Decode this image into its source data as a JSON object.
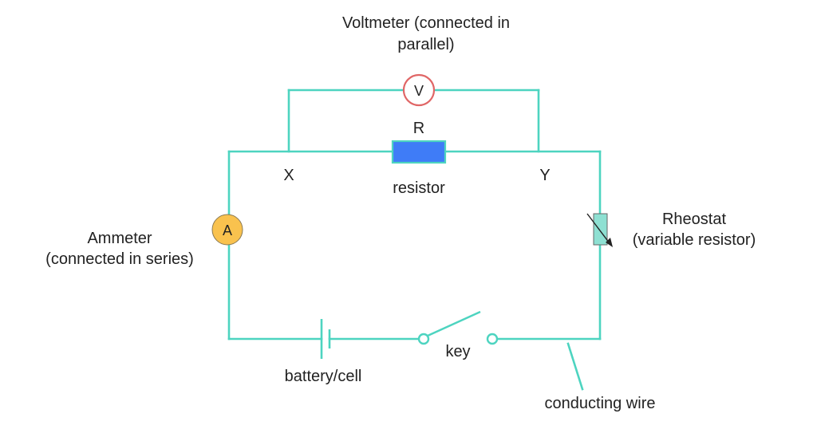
{
  "diagram": {
    "title": "Circuit diagram: measuring voltage and current across a resistor",
    "colors": {
      "wire": "#4dd4c0",
      "resistor_fill": "#3f7cf7",
      "voltmeter_ring": "#e06666",
      "ammeter_fill": "#f9c24e",
      "rheostat_fill": "#8ee0d2",
      "text": "#222222"
    },
    "components": {
      "voltmeter": {
        "symbol": "V",
        "label_line1": "Voltmeter (connected in",
        "label_line2": "parallel)"
      },
      "resistor": {
        "symbol": "R",
        "label": "resistor"
      },
      "node_x": "X",
      "node_y": "Y",
      "ammeter": {
        "symbol": "A",
        "label_line1": "Ammeter",
        "label_line2": "(connected in series)"
      },
      "rheostat": {
        "label_line1": "Rheostat",
        "label_line2": "(variable resistor)"
      },
      "battery": {
        "label": "battery/cell"
      },
      "key": {
        "label": "key"
      },
      "wire": {
        "label": "conducting wire"
      }
    }
  }
}
